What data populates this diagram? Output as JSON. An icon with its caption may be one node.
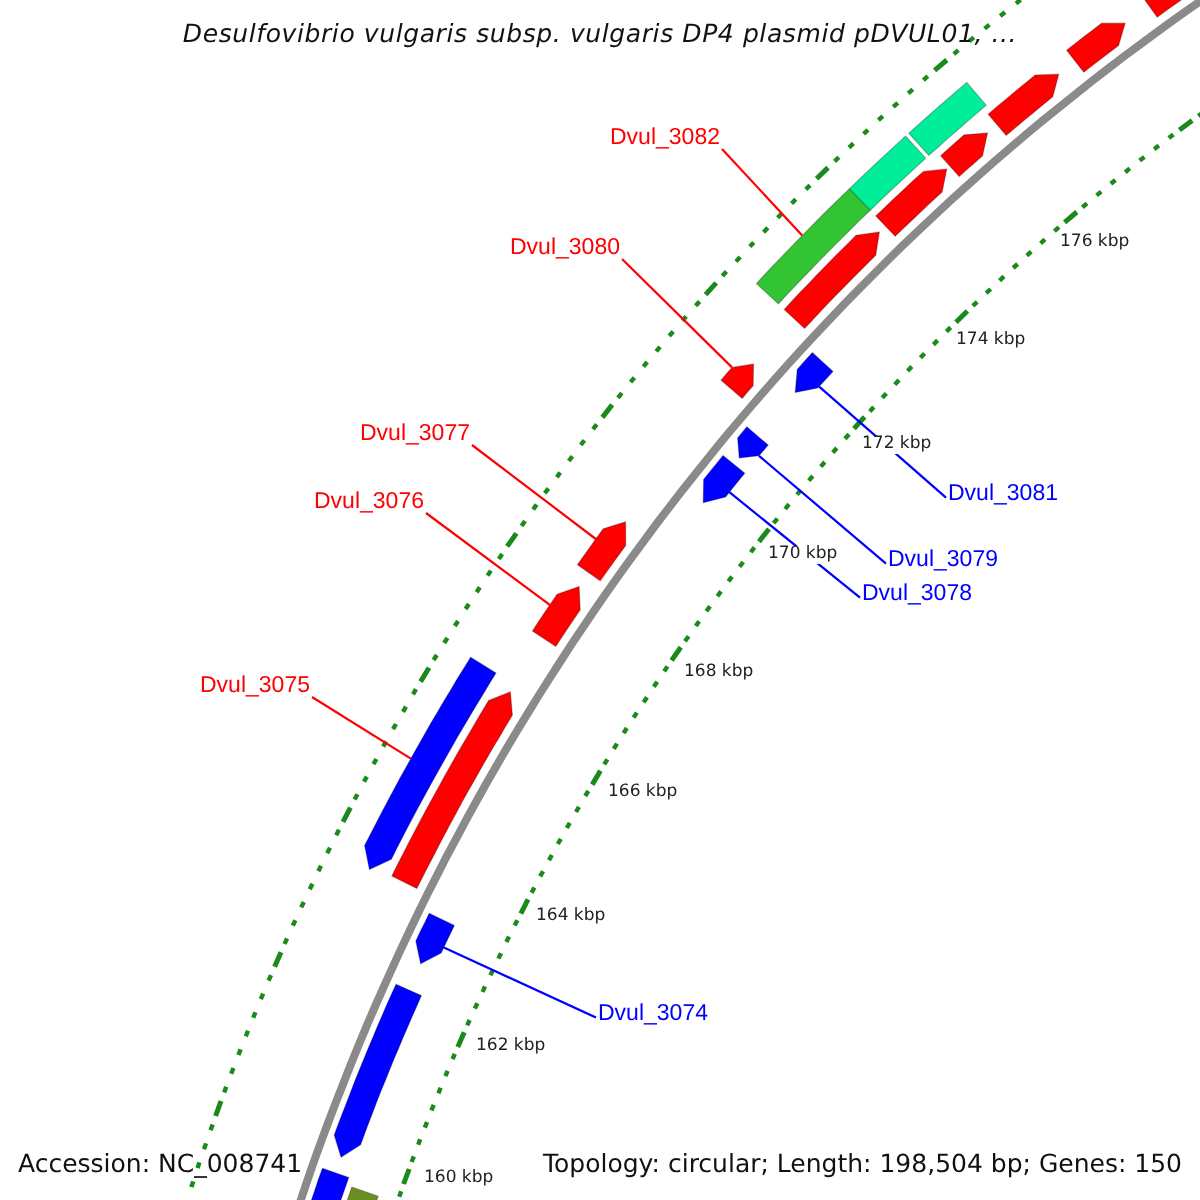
{
  "diagram": {
    "title": "Desulfovibrio vulgaris subsp. vulgaris DP4 plasmid pDVUL01, ...",
    "nodes": [
      {
        "text": [
          "Dvul_3082"
        ]
      },
      {
        "text": [
          "Dvul_3080"
        ]
      },
      {
        "text": [
          "Dvul_3077"
        ]
      },
      {
        "text": [
          "Dvul_3081"
        ]
      },
      {
        "text": [
          "Dvul_3076"
        ]
      },
      {
        "text": [
          "Dvul_3079"
        ]
      },
      {
        "text": [
          "Dvul_3078"
        ]
      },
      {
        "text": [
          "Dvul_3075"
        ]
      },
      {
        "text": [
          "Dvul_3074"
        ]
      },
      {
        "text": [],
        "shape": "pentagon"
      },
      {
        "text": [],
        "shape": "pentagon"
      },
      {
        "text": [],
        "shape": "pentagon"
      },
      {
        "text": [],
        "shape": "box"
      },
      {
        "text": [],
        "shape": "pentagon"
      },
      {
        "text": [],
        "shape": "box"
      },
      {
        "text": [],
        "shape": "pentagon"
      },
      {
        "text": [],
        "shape": "box"
      },
      {
        "text": [],
        "shape": "pentagon"
      },
      {
        "text": [],
        "shape": "pentagon"
      },
      {
        "text": [],
        "shape": "pentagon"
      },
      {
        "text": [],
        "shape": "pentagon"
      },
      {
        "text": [],
        "shape": "pentagon"
      },
      {
        "text": [],
        "shape": "pentagon"
      },
      {
        "text": [],
        "shape": "pentagon"
      },
      {
        "text": [],
        "shape": "pentagon"
      },
      {
        "text": [],
        "shape": "pentagon"
      },
      {
        "text": [],
        "shape": "pentagon"
      },
      {
        "text": [],
        "shape": "pentagon"
      },
      {
        "text": [],
        "shape": "pentagon"
      },
      {
        "text": [],
        "shape": "box"
      }
    ],
    "edges": [
      {
        "from": 0,
        "to": 16,
        "arrow": "none"
      },
      {
        "from": 1,
        "to": 18,
        "arrow": "none"
      },
      {
        "from": 2,
        "to": 22,
        "arrow": "none"
      },
      {
        "from": 3,
        "to": 19,
        "arrow": "none",
        "color": "#0000ff"
      },
      {
        "from": 4,
        "to": 23,
        "arrow": "none"
      },
      {
        "from": 5,
        "to": 20,
        "arrow": "none",
        "color": "#0000ff"
      },
      {
        "from": 6,
        "to": 21,
        "arrow": "none",
        "color": "#0000ff"
      },
      {
        "from": 7,
        "to": 24,
        "arrow": "none"
      },
      {
        "from": 8,
        "to": 26,
        "arrow": "none",
        "color": "#0000ff"
      }
    ],
    "labels": [
      "176 kbp",
      "174 kbp",
      "172 kbp",
      "170 kbp",
      "168 kbp",
      "166 kbp",
      "164 kbp",
      "162 kbp",
      "160 kbp",
      "Accession: NC_008741",
      "Topology: circular; Length: 198,504 bp; Genes: 150"
    ]
  }
}
